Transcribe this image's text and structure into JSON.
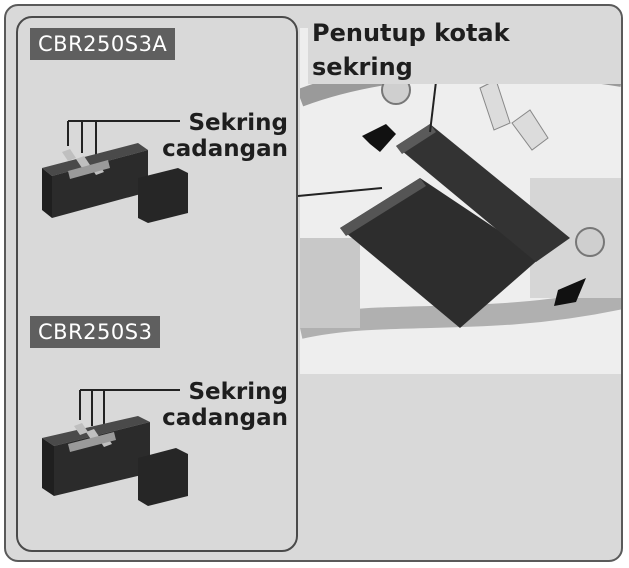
{
  "panel": {
    "top_model": {
      "badge": "CBR250S3A",
      "label_line1": "Sekring",
      "label_line2": "cadangan"
    },
    "bottom_model": {
      "badge": "CBR250S3",
      "label_line1": "Sekring",
      "label_line2": "cadangan"
    }
  },
  "photo": {
    "label": "Penutup kotak sekring"
  },
  "colors": {
    "background": "#d9d9d9",
    "badge": "#5f5f5f",
    "fuse_box": "#2b2b2b",
    "photo_bg": "#efefef"
  }
}
